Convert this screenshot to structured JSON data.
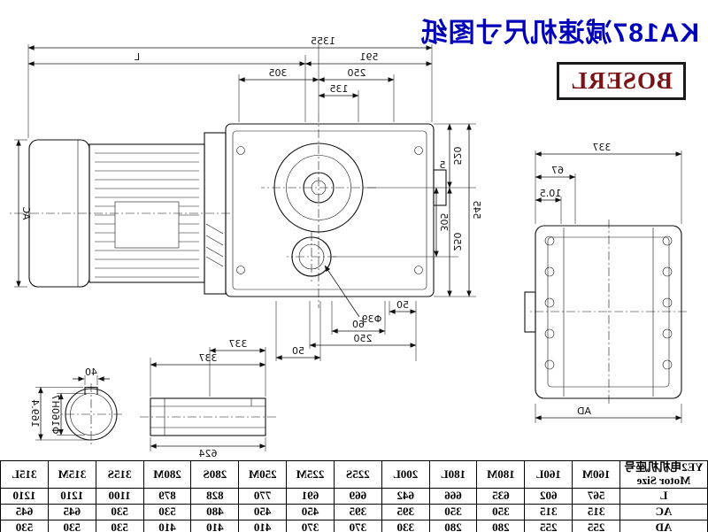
{
  "title": {
    "text": "KA187减速机尺寸图纸"
  },
  "logo": {
    "text": "BOSERL"
  },
  "colors": {
    "title_blue": "#0000b8",
    "logo_red": "#7b1216",
    "line": "#111111"
  },
  "drawing": {
    "dims": {
      "overall": "1355",
      "gear_length": "591",
      "motor_length": "L",
      "top_250": "250",
      "top_305": "305",
      "top_135": "135",
      "left_545": "545",
      "left_520": "520",
      "left_250": "250",
      "left_305": "305",
      "left_5": "5",
      "bot_50a": "50",
      "bot_phi39": "Φ39",
      "bot_60": "60",
      "bot_250": "250",
      "bot_50b": "50",
      "rear_337": "337",
      "rear_67": "67",
      "rear_105": "10.5",
      "rear_ad": "AD",
      "shaft_337a": "337",
      "shaft_337b": "337",
      "shaft_624": "624",
      "key_40": "40",
      "bore_dia": "Φ160H7",
      "bore_key_height": "169.4",
      "motor_ac": "AC"
    }
  },
  "table": {
    "corner_line1": "YE2电机机座号",
    "corner_line2": "Motor Size",
    "motor_sizes": [
      "160M",
      "160L",
      "180M",
      "180L",
      "200L",
      "225S",
      "225M",
      "250M",
      "280S",
      "280M",
      "315S",
      "315M",
      "315L"
    ],
    "rows": [
      {
        "label": "L",
        "values": [
          "567",
          "602",
          "635",
          "666",
          "642",
          "669",
          "691",
          "770",
          "828",
          "879",
          "1100",
          "1210",
          "1210"
        ]
      },
      {
        "label": "AC",
        "values": [
          "315",
          "315",
          "350",
          "350",
          "395",
          "395",
          "450",
          "450",
          "480",
          "530",
          "530",
          "645",
          "645"
        ]
      },
      {
        "label": "AD",
        "values": [
          "255",
          "255",
          "280",
          "280",
          "330",
          "370",
          "370",
          "410",
          "410",
          "410",
          "530",
          "530",
          "530"
        ]
      }
    ]
  }
}
